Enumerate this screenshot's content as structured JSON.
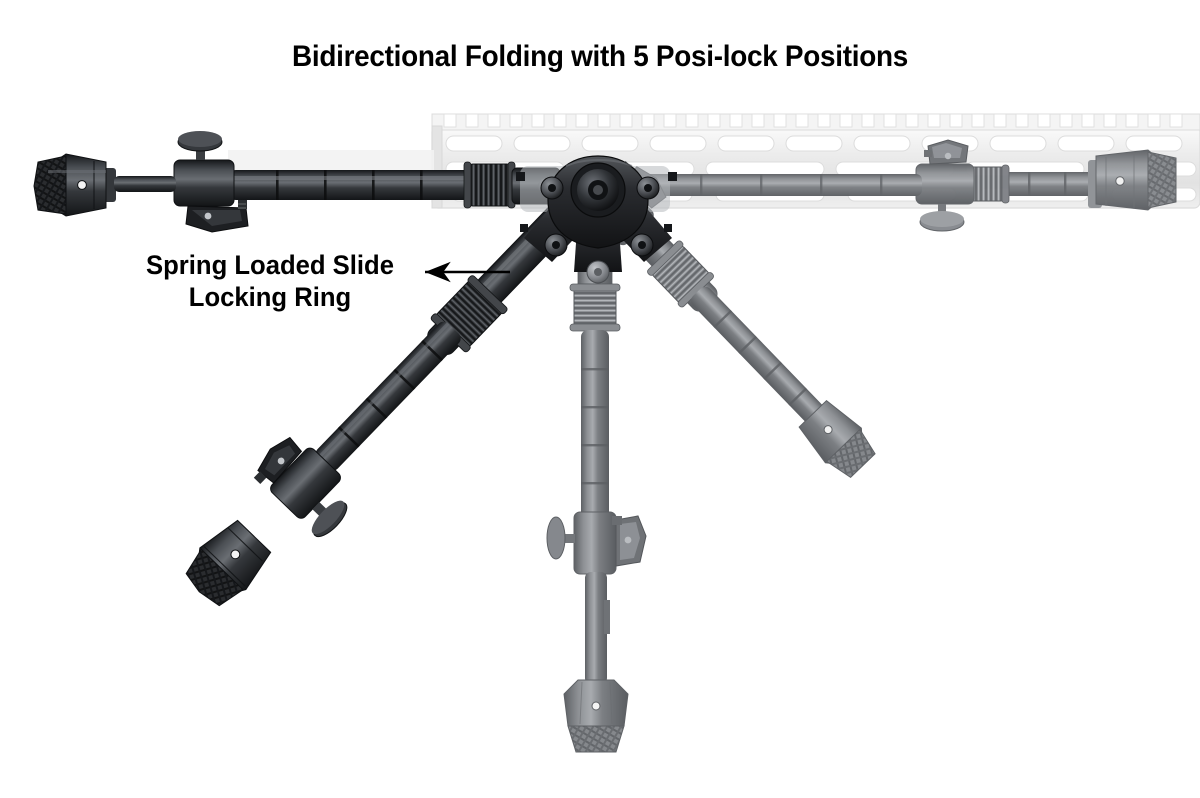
{
  "figure": {
    "title": "Bidirectional Folding with 5 Posi-lock Positions",
    "subject": "rifle-bipod-bidirectional-folding-diagram",
    "background_color": "#ffffff",
    "annotations": [
      {
        "id": "spring-loaded-slide-locking-ring",
        "line1": "Spring Loaded Slide",
        "line2": "Locking Ring",
        "arrow": "arrow-pointing-left",
        "target": "knurled locking ring on deployed left bipod leg"
      }
    ],
    "colors": {
      "text": "#000000",
      "leg_dark": "#2b2d30",
      "leg_dark_2": "#3b3e42",
      "leg_mid": "#7e8185",
      "leg_mid_2": "#94979b",
      "ghost_light": "#ededed",
      "ghost_outline": "#d2d2d2",
      "highlight": "#b9bcc0"
    },
    "parts": {
      "handguard": "ghosted rifle handguard with picatinny rail and oval cutouts",
      "hub": "central bidirectional pivot hub with bolt head",
      "leg_folded_left": "left leg folded forward alongside handguard",
      "leg_folded_right": "right leg folded rearward alongside handguard (ghosted)",
      "leg_deployed_left": "left leg deployed, dark",
      "leg_deployed_center": "center leg deployed straight down (ghosted)",
      "leg_deployed_right": "right leg deployed (ghosted)",
      "foot": "ribbed rubber foot with pin dot",
      "lever_clamp": "quick-release lever clamp",
      "locking_ring": "knurled spring loaded slide locking ring"
    }
  }
}
